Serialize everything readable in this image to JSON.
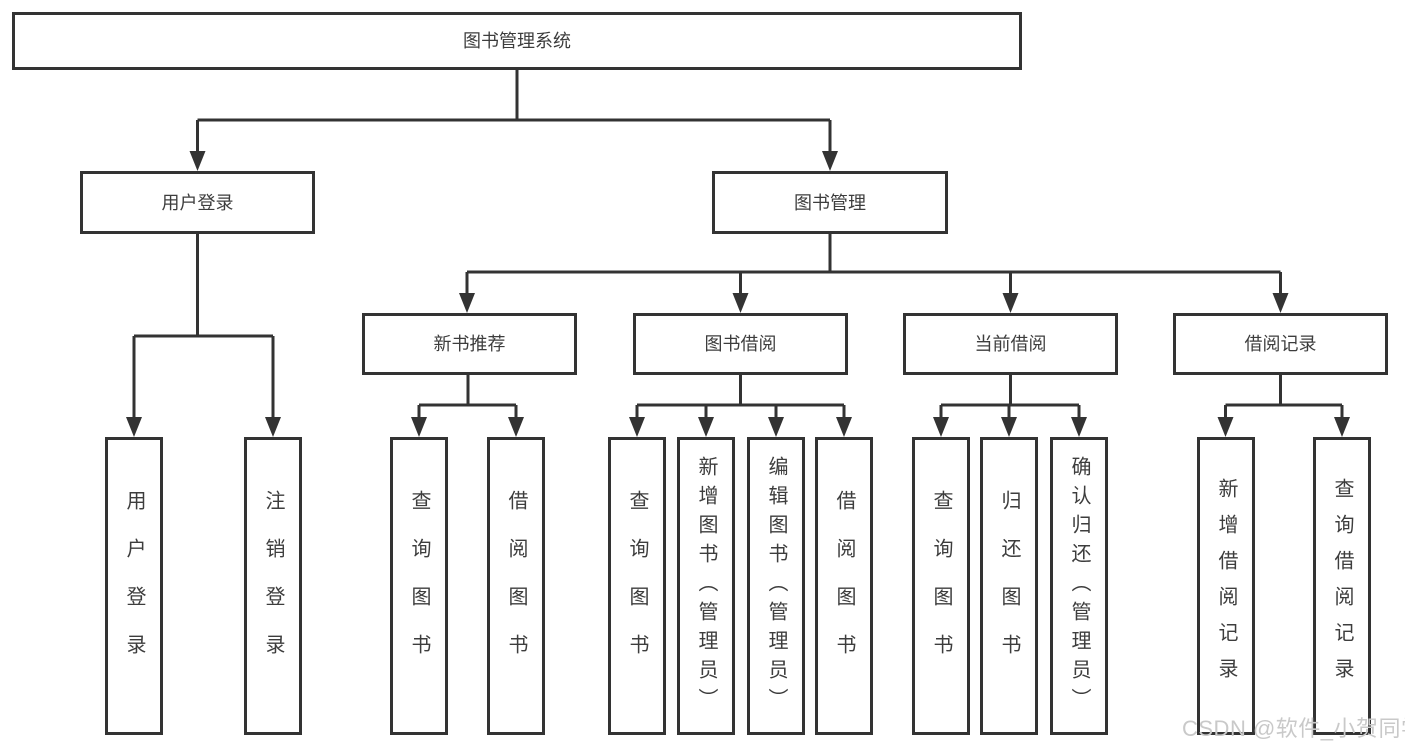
{
  "tree": {
    "root": "图书管理系统",
    "children": [
      {
        "label": "用户登录",
        "children": [
          "用户登录",
          "注销登录"
        ]
      },
      {
        "label": "图书管理",
        "children": [
          {
            "label": "新书推荐",
            "children": [
              "查询图书",
              "借阅图书"
            ]
          },
          {
            "label": "图书借阅",
            "children": [
              "查询图书",
              "新增图书（管理员）",
              "编辑图书（管理员）",
              "借阅图书"
            ]
          },
          {
            "label": "当前借阅",
            "children": [
              "查询图书",
              "归还图书",
              "确认归还（管理员）"
            ]
          },
          {
            "label": "借阅记录",
            "children": [
              "新增借阅记录",
              "查询借阅记录"
            ]
          }
        ]
      }
    ]
  },
  "watermark": "CSDN @软件_小贺同学",
  "colors": {
    "line": "#333333",
    "box_border": "#333333",
    "box_bg": "#ffffff",
    "text": "#3d3d3d",
    "watermark": "#c9c9c9"
  }
}
